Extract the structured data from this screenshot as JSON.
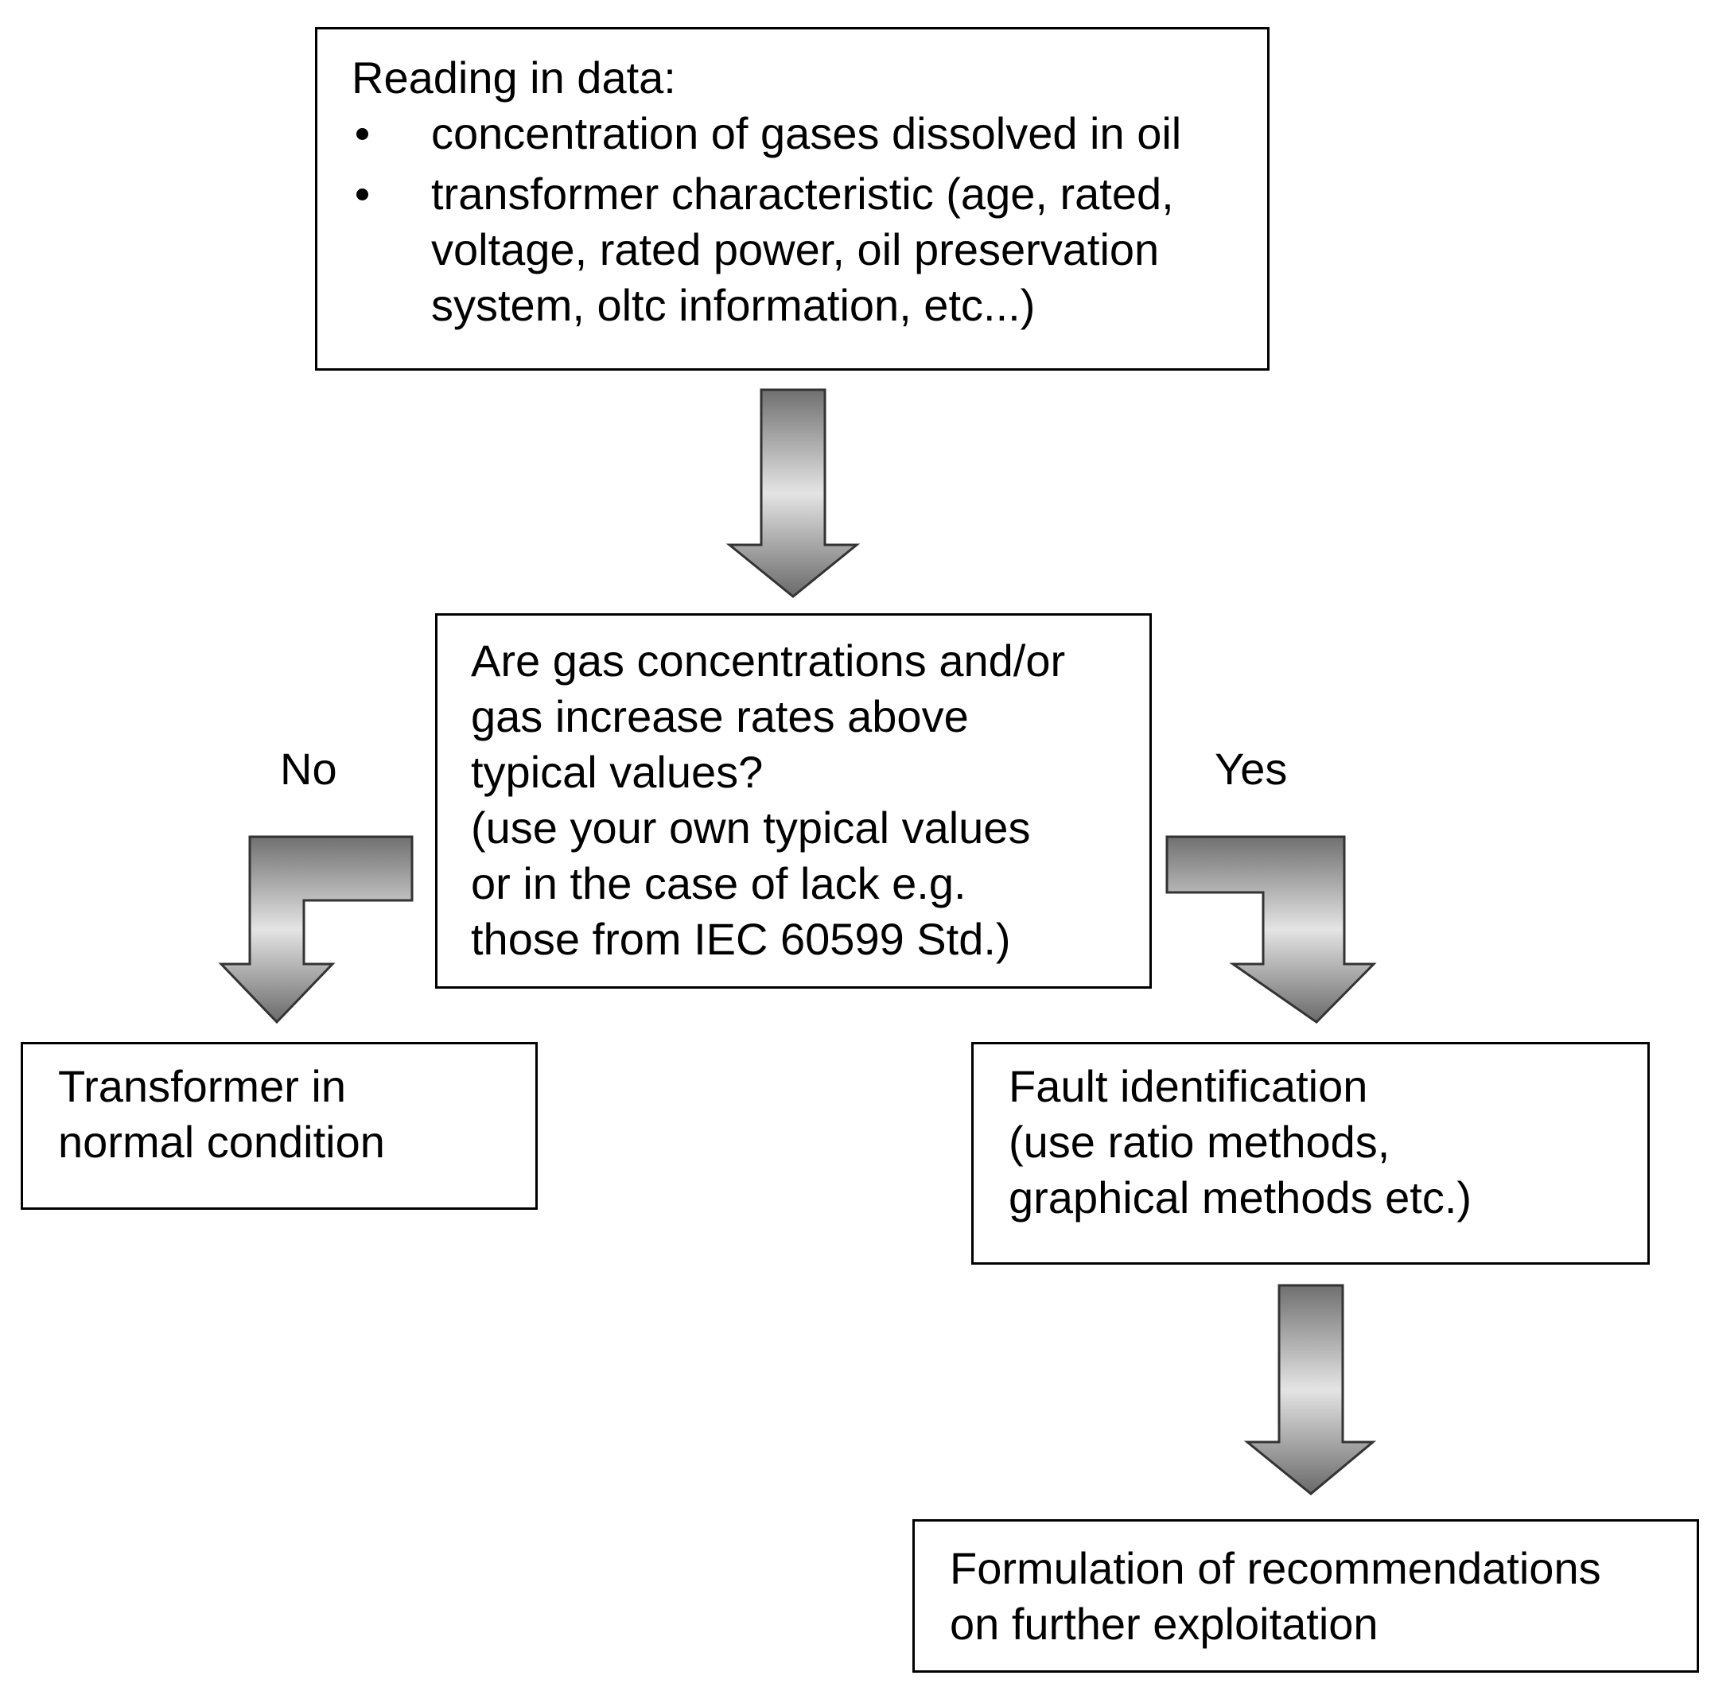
{
  "start_box": {
    "heading": "Reading in data:",
    "bullets": [
      {
        "lines": [
          "concentration of gases dissolved in oil"
        ]
      },
      {
        "lines": [
          "transformer characteristic (age, rated,",
          "voltage, rated power, oil preservation",
          "system, oltc information, etc...)"
        ]
      }
    ]
  },
  "decision_box": {
    "lines": [
      "Are gas concentrations and/or",
      "gas increase rates above",
      "typical values?",
      "(use your own typical values",
      "or in the case of lack e.g.",
      "those from IEC 60599 Std.)"
    ]
  },
  "branch_labels": {
    "no": "No",
    "yes": "Yes"
  },
  "normal_box": {
    "lines": [
      "Transformer in",
      "normal condition"
    ]
  },
  "fault_box": {
    "lines": [
      "Fault identification",
      "(use ratio methods,",
      "graphical methods etc.)"
    ]
  },
  "recommend_box": {
    "lines": [
      "Formulation of recommendations",
      "on further exploitation"
    ]
  },
  "colors": {
    "arrow_light": "#e6e6e6",
    "arrow_dark": "#6e6e6e",
    "border": "#000000"
  }
}
